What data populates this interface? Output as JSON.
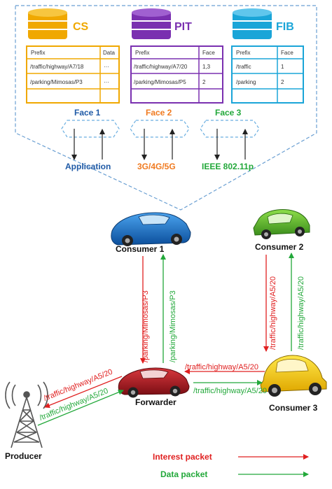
{
  "colors": {
    "interest": "#e02020",
    "data": "#22a83a",
    "cs": "#f0a800",
    "pit": "#7a30b0",
    "fib": "#1aa5d8",
    "face1": "#1f5aa6",
    "face2": "#f07a20",
    "face3": "#22a83a"
  },
  "node_box": {
    "cs": {
      "title": "CS",
      "headers": [
        "Prefix",
        "Data"
      ],
      "rows": [
        [
          "/traffic/highway/A7/18",
          "···"
        ],
        [
          "/parking/Mimosas/P3",
          "···"
        ]
      ]
    },
    "pit": {
      "title": "PIT",
      "headers": [
        "Prefix",
        "Face"
      ],
      "rows": [
        [
          "/traffic/highway/A7/20",
          "1,3"
        ],
        [
          "/parking/Mimosas/P5",
          "2"
        ]
      ]
    },
    "fib": {
      "title": "FIB",
      "headers": [
        "Prefix",
        "Face"
      ],
      "rows": [
        [
          "/traffic",
          "1"
        ],
        [
          "/parking",
          "2"
        ]
      ]
    },
    "faces": [
      "Face 1",
      "Face 2",
      "Face 3"
    ],
    "interfaces": [
      "Application",
      "3G/4G/5G",
      "IEEE 802.11p"
    ]
  },
  "nodes": {
    "consumer1": "Consumer 1",
    "consumer2": "Consumer 2",
    "consumer3": "Consumer 3",
    "forwarder": "Forwarder",
    "producer": "Producer"
  },
  "links": {
    "c1_interest": "/parking/Mimosas/P3",
    "c1_data": "/parking/Mimosas/P3",
    "c2_interest": "/traffic/highway/A5/20",
    "c2_data": "/traffic/highway/A5/20",
    "c3_interest": "/traffic/highway/A5/20",
    "c3_data": "/traffic/highway/A5/20",
    "prod_interest": "/traffic/highway/A5/20",
    "prod_data": "/traffic/highway/A5/20"
  },
  "legend": {
    "interest": "Interest packet",
    "data": "Data packet"
  }
}
